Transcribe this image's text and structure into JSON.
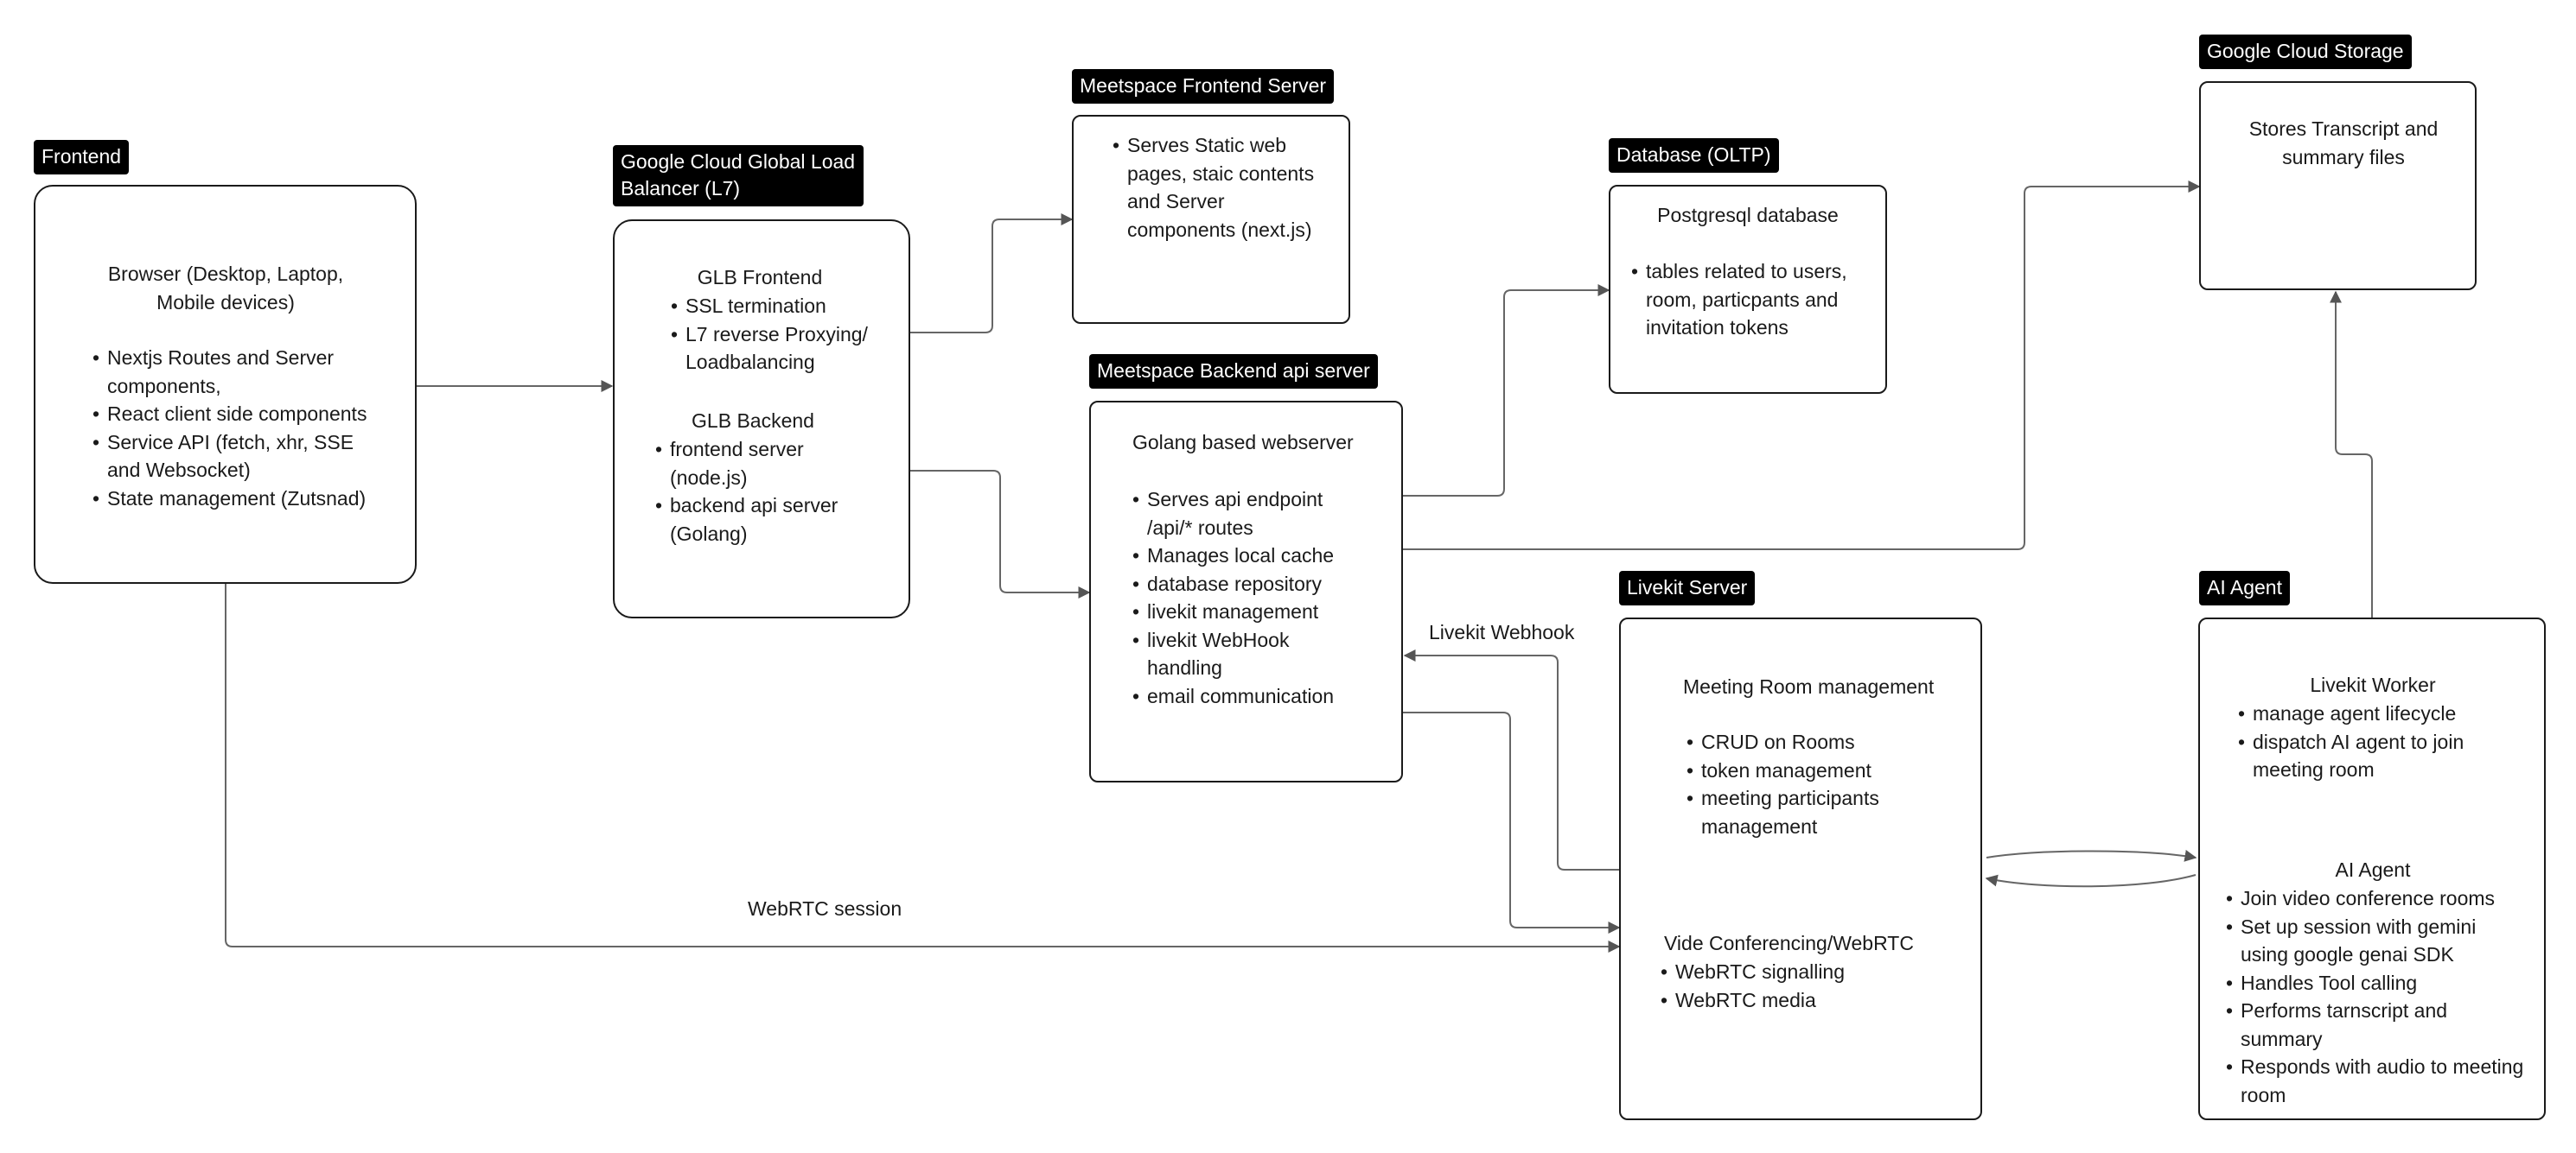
{
  "frontend": {
    "tag": "Frontend",
    "title": "Browser (Desktop, Laptop, Mobile devices)",
    "items": [
      "Nextjs Routes and Server components,",
      "React client side components",
      "Service API (fetch, xhr, SSE and Websocket)",
      "State management (Zutsnad)"
    ]
  },
  "glb": {
    "tag": "Google Cloud Global Load Balancer (L7)",
    "frontend_title": "GLB Frontend",
    "frontend_items": [
      "SSL termination",
      "L7 reverse Proxying/ Loadbalancing"
    ],
    "backend_title": "GLB Backend",
    "backend_items": [
      "frontend server (node.js)",
      "backend api server (Golang)"
    ]
  },
  "frontend_server": {
    "tag": "Meetspace Frontend Server",
    "items": [
      "Serves Static web pages, staic contents and Server components (next.js)"
    ]
  },
  "backend_server": {
    "tag": "Meetspace Backend api server",
    "title": "Golang based webserver",
    "items": [
      "Serves api endpoint /api/* routes",
      "Manages local cache",
      "database repository",
      "livekit management",
      "livekit WebHook handling",
      "email communication"
    ]
  },
  "database": {
    "tag": "Database (OLTP)",
    "title": "Postgresql database",
    "items": [
      "tables related to users, room, particpants and invitation tokens"
    ]
  },
  "storage": {
    "tag": "Google Cloud Storage",
    "text": "Stores Transcript and summary files"
  },
  "livekit": {
    "tag": "Livekit Server",
    "room_title": "Meeting Room management",
    "room_items": [
      "CRUD on Rooms",
      "token management",
      "meeting participants management"
    ],
    "video_title": "Vide Conferencing/WebRTC",
    "video_items": [
      "WebRTC signalling",
      "WebRTC media"
    ]
  },
  "ai_agent": {
    "tag": "AI Agent",
    "worker_title": "Livekit Worker",
    "worker_items": [
      "manage agent lifecycle",
      "dispatch AI agent to join meeting room"
    ],
    "agent_title": "AI Agent",
    "agent_items": [
      "Join video conference rooms",
      "Set up session with  gemini using google genai SDK",
      "Handles Tool calling",
      "Performs tarnscript and summary",
      "Responds with audio to meeting room"
    ]
  },
  "edges": {
    "webhook_label": "Livekit Webhook",
    "webrtc_label": "WebRTC session"
  }
}
